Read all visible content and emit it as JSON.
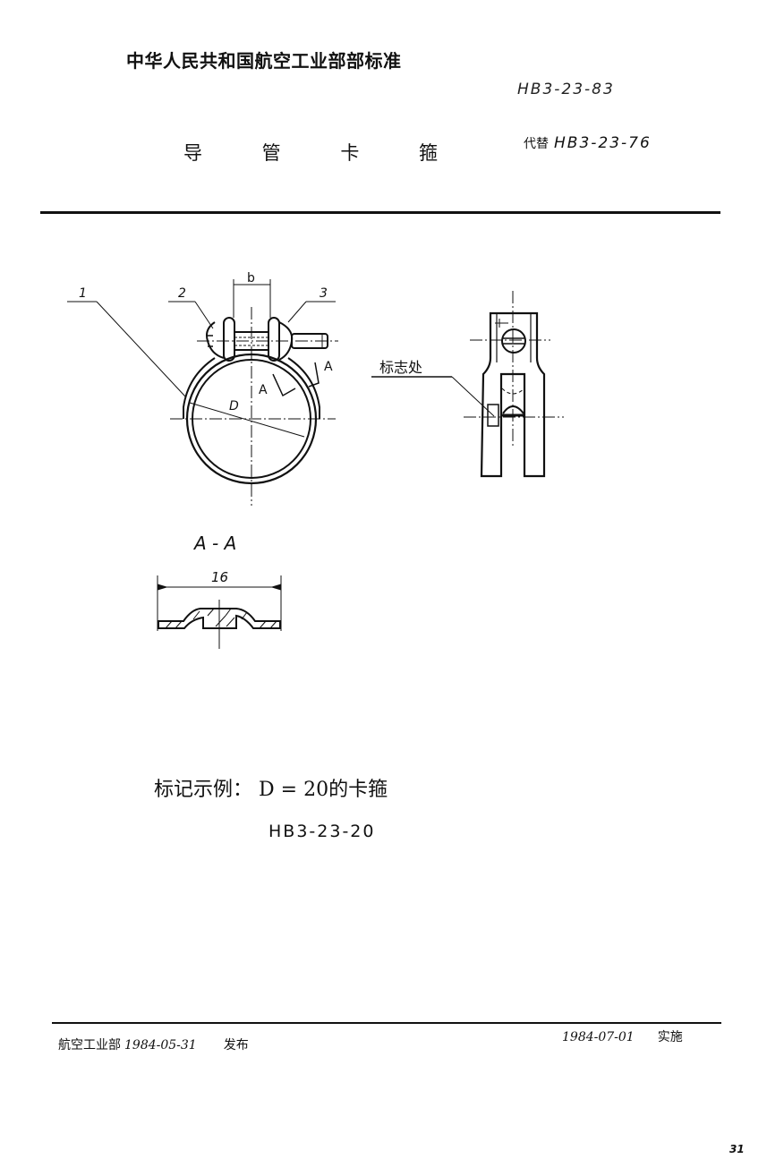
{
  "header": {
    "organization": "中华人民共和国航空工业部部标准",
    "standard_number": "HB3-23-83",
    "title": "导 管 卡 箍",
    "replaces_label": "代替",
    "replaces_number": "HB3-23-76"
  },
  "drawing": {
    "main_view": {
      "callouts": [
        "1",
        "2",
        "3"
      ],
      "dimension_width": "b",
      "dimension_diameter": "D",
      "section_marker": "A"
    },
    "side_view": {
      "marking_label": "标志处"
    },
    "section_view": {
      "title": "A - A",
      "dimension_length": "16"
    }
  },
  "marking_example": {
    "label": "标记示例：",
    "text": "D = 20的卡箍",
    "code": "HB3-23-20"
  },
  "footer": {
    "issuer": "航空工业部",
    "issue_date": "1984-05-31",
    "issue_action": "发布",
    "effective_date": "1984-07-01",
    "effective_action": "实施"
  },
  "page_number": "31"
}
